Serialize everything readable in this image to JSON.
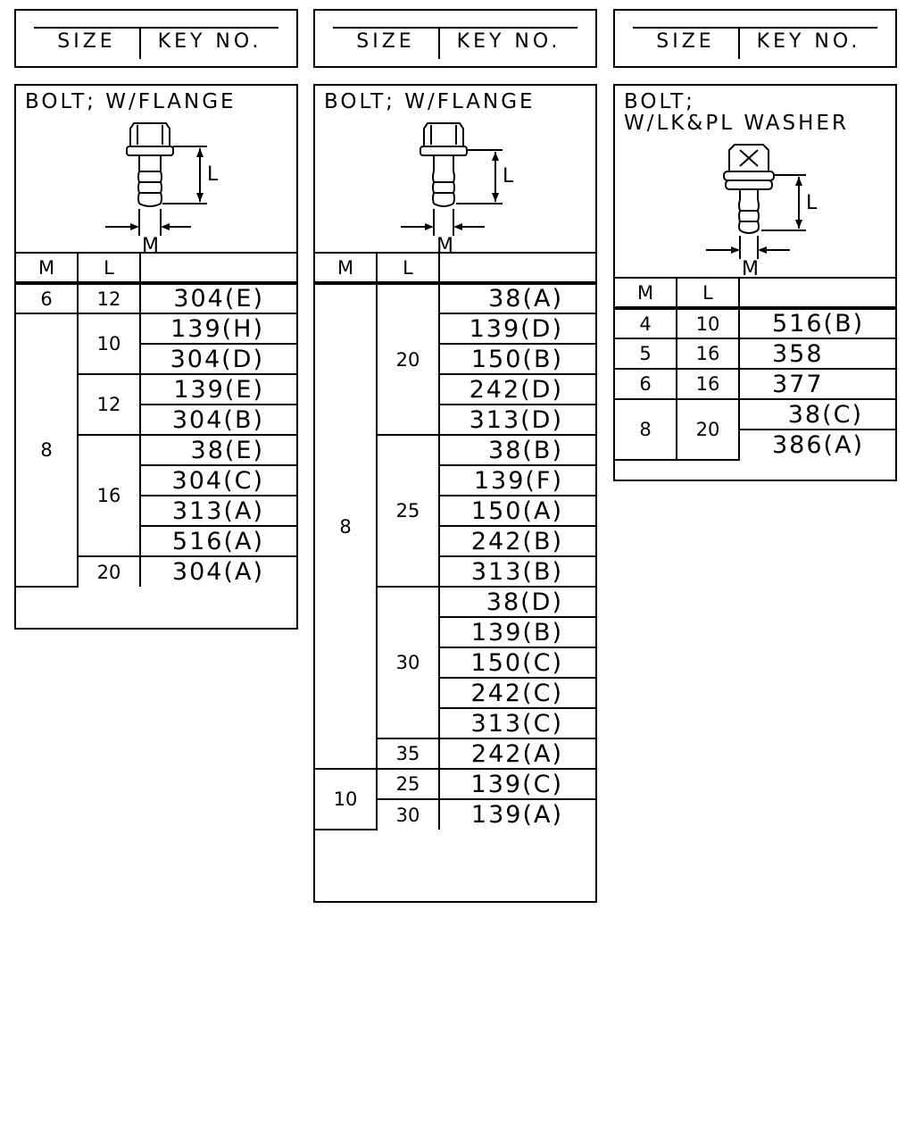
{
  "header": {
    "size_label": "SIZE",
    "key_label": "KEY NO."
  },
  "table_header": {
    "m": "M",
    "l": "L"
  },
  "dim_labels": {
    "l": "L",
    "m": "M"
  },
  "panels": [
    {
      "title": "BOLT; W/FLANGE",
      "rows": [
        {
          "m": "6",
          "l": "12",
          "key": "304(E)"
        },
        {
          "m": "8",
          "l": "10",
          "key": "139(H)"
        },
        {
          "key": "304(D)"
        },
        {
          "l": "12",
          "key": "139(E)"
        },
        {
          "key": "304(B)"
        },
        {
          "l": "16",
          "key": "38(E)"
        },
        {
          "key": "304(C)"
        },
        {
          "key": "313(A)"
        },
        {
          "key": "516(A)"
        },
        {
          "l": "20",
          "key": "304(A)"
        }
      ]
    },
    {
      "title": "BOLT; W/FLANGE",
      "rows": [
        {
          "m": "8",
          "l": "20",
          "key": "38(A)"
        },
        {
          "key": "139(D)"
        },
        {
          "key": "150(B)"
        },
        {
          "key": "242(D)"
        },
        {
          "key": "313(D)"
        },
        {
          "l": "25",
          "key": "38(B)"
        },
        {
          "key": "139(F)"
        },
        {
          "key": "150(A)"
        },
        {
          "key": "242(B)"
        },
        {
          "key": "313(B)"
        },
        {
          "l": "30",
          "key": "38(D)"
        },
        {
          "key": "139(B)"
        },
        {
          "key": "150(C)"
        },
        {
          "key": "242(C)"
        },
        {
          "key": "313(C)"
        },
        {
          "l": "35",
          "key": "242(A)"
        },
        {
          "m": "10",
          "l": "25",
          "key": "139(C)"
        },
        {
          "l": "30",
          "key": "139(A)"
        }
      ]
    },
    {
      "title": "BOLT;\nW/LK&PL WASHER",
      "rows": [
        {
          "m": "4",
          "l": "10",
          "key": "516(B)"
        },
        {
          "m": "5",
          "l": "16",
          "key": "358"
        },
        {
          "m": "6",
          "l": "16",
          "key": "377"
        },
        {
          "m": "8",
          "l": "20",
          "key": "38(C)"
        },
        {
          "key": "386(A)"
        }
      ]
    }
  ]
}
